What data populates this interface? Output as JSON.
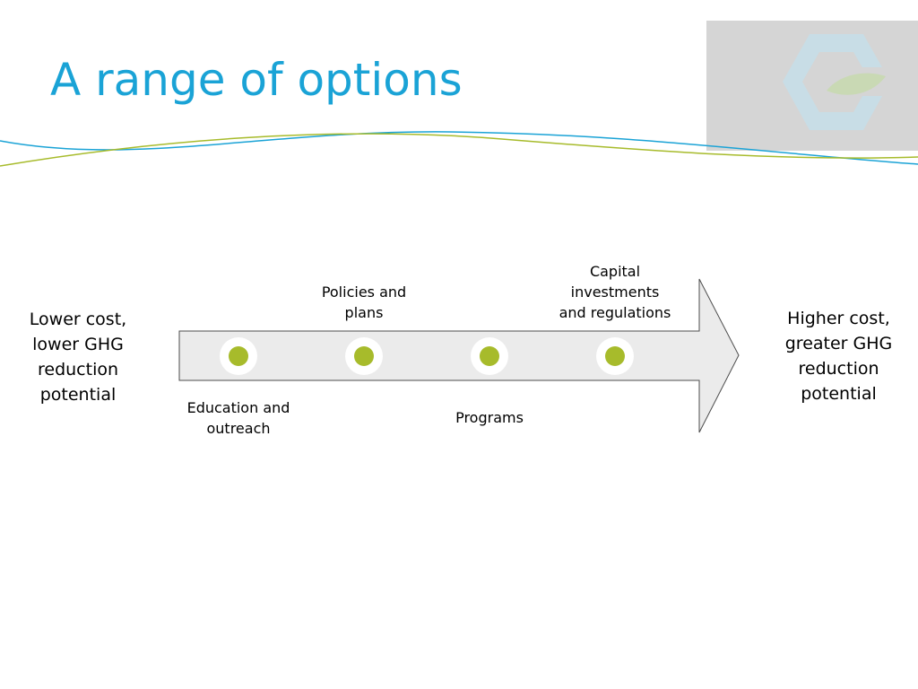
{
  "slide": {
    "title": "A range of options"
  },
  "diagram": {
    "left_label": "Lower cost,\nlower GHG\nreduction\npotential",
    "right_label": "Higher cost,\ngreater GHG\nreduction\npotential",
    "stages": [
      {
        "label": "Education and\noutreach"
      },
      {
        "label": "Policies and\nplans"
      },
      {
        "label": "Programs"
      },
      {
        "label": "Capital\ninvestments\nand regulations"
      }
    ]
  },
  "colors": {
    "title": "#1aa3d6",
    "arrow_fill": "#ebebeb",
    "arrow_stroke": "#4d4d4d",
    "dot": "#a7bb2b",
    "wave_blue": "#1aa3d6",
    "wave_green": "#a7bb2b",
    "logo_bg": "#d5d5d5"
  },
  "icons": {
    "logo": "leaf-logo-icon"
  }
}
